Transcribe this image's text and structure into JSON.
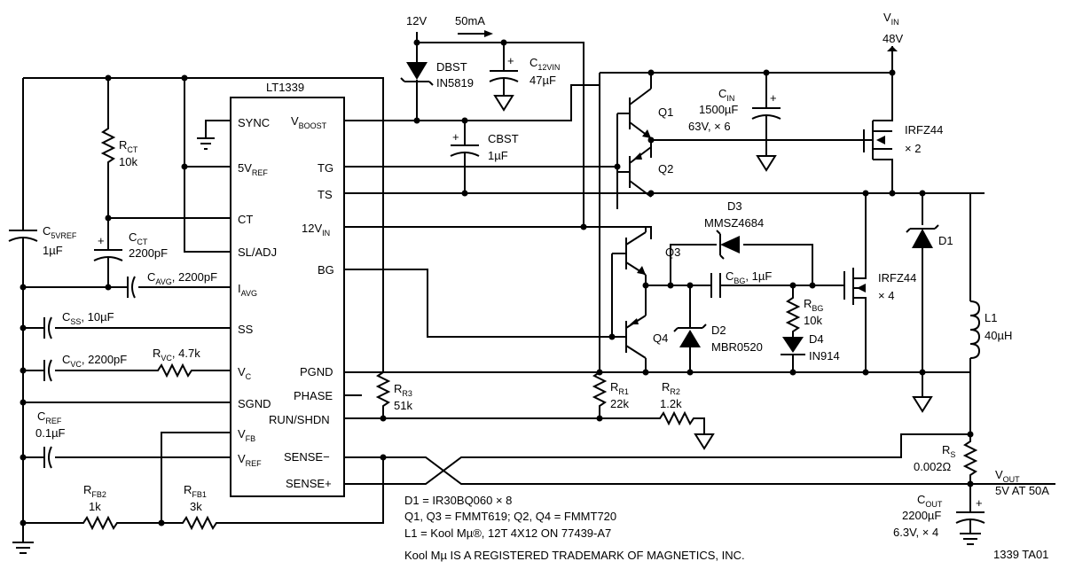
{
  "chip": {
    "name": "LT1339",
    "pins_left": [
      "SYNC",
      "5VREF",
      "CT",
      "SL/ADJ",
      "IAVG",
      "SS",
      "VC",
      "SGND",
      "VFB",
      "VREF"
    ],
    "pins_right": [
      "VBOOST",
      "TG",
      "TS",
      "12VIN",
      "BG",
      "PGND",
      "PHASE",
      "RUN/SHDN",
      "SENSE−",
      "SENSE+"
    ]
  },
  "supply": {
    "v12": "12V",
    "current": "50mA",
    "vin_label": "VIN",
    "vin_value": "48V"
  },
  "components": {
    "dbst": [
      "DBST",
      "IN5819"
    ],
    "c12vin": [
      "C12VIN",
      "47µF"
    ],
    "cbst": [
      "CBST",
      "1µF"
    ],
    "cin": [
      "CIN",
      "1500µF",
      "63V, × 6"
    ],
    "irfz_top": [
      "IRFZ44",
      "× 2"
    ],
    "q1": "Q1",
    "q2": "Q2",
    "q3": "Q3",
    "q4": "Q4",
    "d3": [
      "D3",
      "MMSZ4684"
    ],
    "d1": "D1",
    "cbg": "CBG, 1µF",
    "irfz_bot": [
      "IRFZ44",
      "× 4"
    ],
    "rbg": [
      "RBG",
      "10k"
    ],
    "d2": [
      "D2",
      "MBR0520"
    ],
    "d4": [
      "D4",
      "IN914"
    ],
    "l1": [
      "L1",
      "40µH"
    ],
    "rct": [
      "RCT",
      "10k"
    ],
    "c5vref": [
      "C5VREF",
      "1µF"
    ],
    "cct": [
      "CCT",
      "2200pF"
    ],
    "cavg": "CAVG, 2200pF",
    "css": "CSS, 10µF",
    "cvc": "CVC, 2200pF",
    "rvc": "RVC, 4.7k",
    "cref": [
      "CREF",
      "0.1µF"
    ],
    "rfb2": [
      "RFB2",
      "1k"
    ],
    "rfb1": [
      "RFB1",
      "3k"
    ],
    "rr3": [
      "RR3",
      "51k"
    ],
    "rr1": [
      "RR1",
      "22k"
    ],
    "rr2": [
      "RR2",
      "1.2k"
    ],
    "rs": [
      "RS",
      "0.002Ω"
    ],
    "cout": [
      "COUT",
      "2200µF",
      "6.3V, × 4"
    ]
  },
  "output": {
    "label": "VOUT",
    "value": "5V AT 50A"
  },
  "notes": [
    "D1 = IR30BQ060 × 8",
    "Q1, Q3 = FMMT619; Q2, Q4 = FMMT720",
    "L1 = Kool Mµ®, 12T 4X12 ON 77439-A7",
    "Kool Mµ IS A REGISTERED TRADEMARK OF MAGNETICS, INC."
  ],
  "figure_id": "1339 TA01"
}
